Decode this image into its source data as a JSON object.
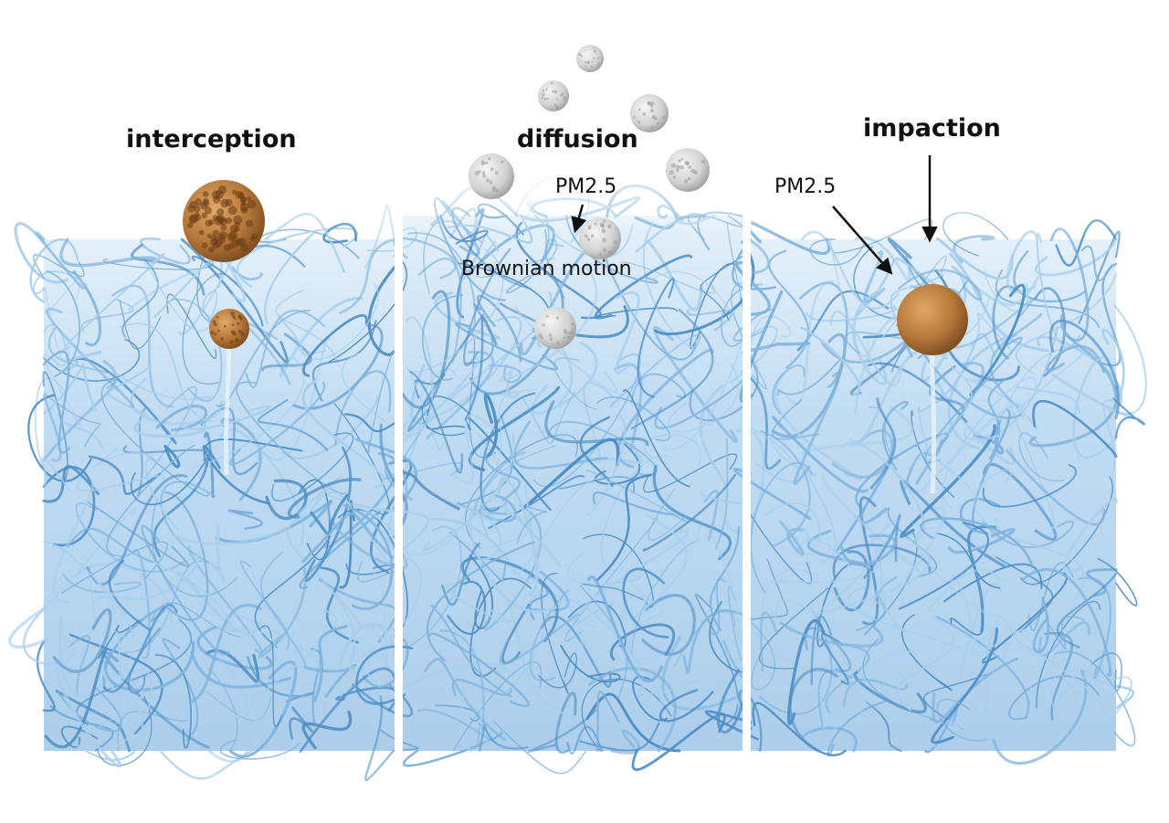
{
  "panels": [
    {
      "id": "interception",
      "title": "interception"
    },
    {
      "id": "diffusion",
      "title": "diffusion",
      "particle_label": "PM2.5",
      "motion_label": "Brownian motion"
    },
    {
      "id": "impaction",
      "title": "impaction",
      "particle_label": "PM2.5"
    }
  ],
  "colors": {
    "background": "#ffffff",
    "fiber_light": "#a9cfec",
    "fiber_mid": "#7fb3de",
    "fiber_dark": "#4f8fc6",
    "particle_brown": "#b5773a",
    "particle_grey": "#d6d6d6",
    "divider": "#ffffff",
    "text": "#111111"
  }
}
